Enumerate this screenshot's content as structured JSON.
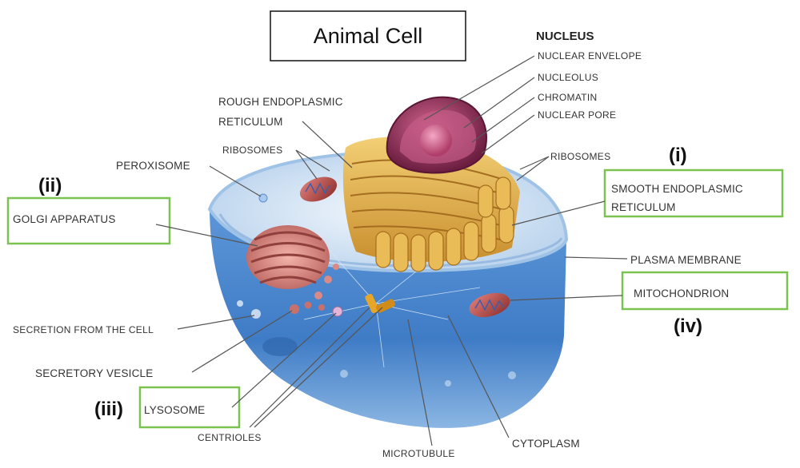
{
  "title": "Animal Cell",
  "nucleus": {
    "heading": "NUCLEUS",
    "parts": [
      "NUCLEAR ENVELOPE",
      "NUCLEOLUS",
      "CHROMATIN",
      "NUCLEAR PORE"
    ]
  },
  "labels": {
    "rough_er_line1": "ROUGH ENDOPLASMIC",
    "rough_er_line2": "RETICULUM",
    "ribosomes_left": "RIBOSOMES",
    "ribosomes_right": "RIBOSOMES",
    "peroxisome": "PEROXISOME",
    "golgi": "GOLGI APPARATUS",
    "smooth_er_line1": "SMOOTH ENDOPLASMIC",
    "smooth_er_line2": "RETICULUM",
    "plasma_membrane": "PLASMA MEMBRANE",
    "mitochondrion": "MITOCHONDRION",
    "secretion": "SECRETION FROM THE CELL",
    "secretory_vesicle": "SECRETORY VESICLE",
    "lysosome": "LYSOSOME",
    "centrioles": "CENTRIOLES",
    "microtubule": "MICROTUBULE",
    "cytoplasm": "CYTOPLASM"
  },
  "markers": {
    "smooth_er": "(i)",
    "golgi": "(ii)",
    "lysosome": "(iii)",
    "mitochondrion": "(iv)"
  },
  "colors": {
    "highlight_box": "#7cc251",
    "cell_blue": "#4a86cf",
    "cytoplasm_light": "#cfe1f3",
    "rough_er": "#d9a544",
    "nucleus": "#9b3a63",
    "golgi": "#d78a86",
    "mitochondrion": "#c0504d"
  }
}
